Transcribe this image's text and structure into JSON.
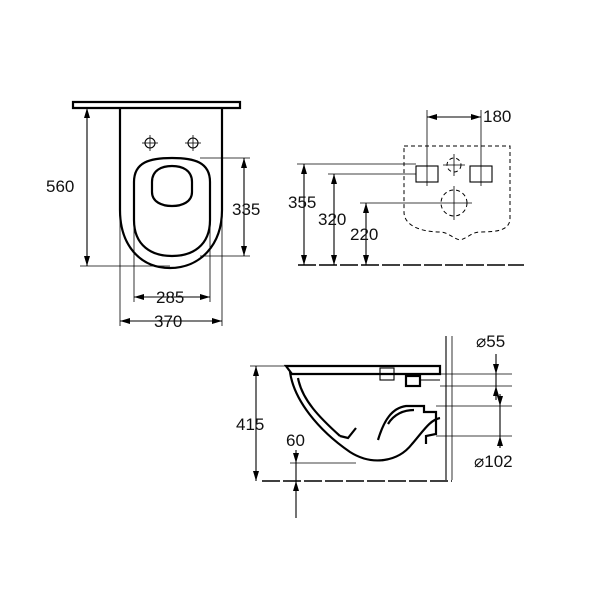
{
  "top_view": {
    "dim_overall_length": "560",
    "dim_bolt_to_front": "335",
    "dim_width_285": "285",
    "dim_width_370": "370"
  },
  "rear_view": {
    "dim_fixing_spacing": "180",
    "dim_fixing_height": "355",
    "dim_waste_height_320": "320",
    "dim_waste_height_220": "220"
  },
  "side_view": {
    "dim_height": "415",
    "dim_offset": "60",
    "dim_inlet_diameter": "⌀55",
    "dim_outlet_diameter": "⌀102"
  }
}
